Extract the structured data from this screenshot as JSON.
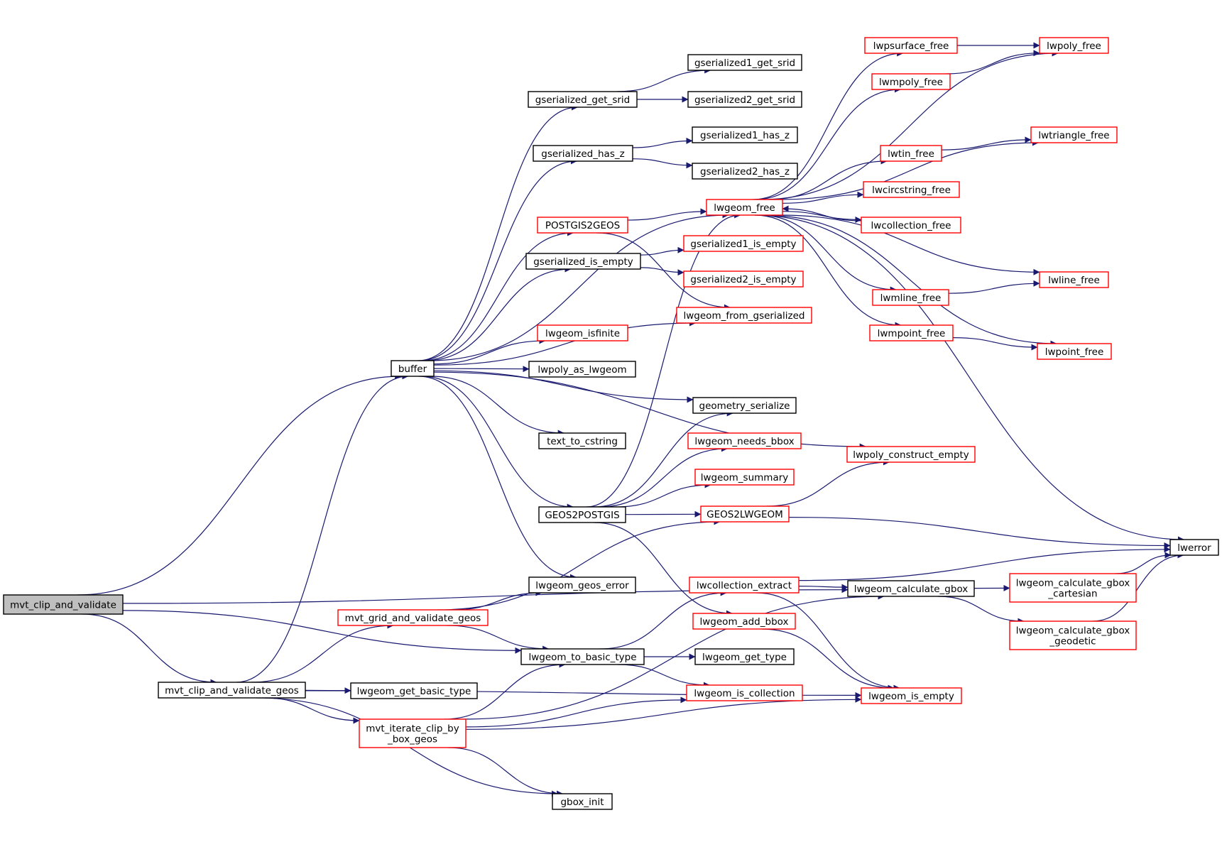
{
  "colors": {
    "edge": "#191970",
    "border_default": "#000000",
    "border_red": "#ff0000",
    "fill_default": "#ffffff",
    "fill_root": "#bfbfbf"
  },
  "nodes": [
    {
      "id": "mvt_clip_and_validate",
      "lines": [
        "mvt_clip_and_validate"
      ],
      "style": "root"
    },
    {
      "id": "buffer",
      "lines": [
        "buffer"
      ],
      "style": "black"
    },
    {
      "id": "mvt_clip_and_validate_geos",
      "lines": [
        "mvt_clip_and_validate_geos"
      ],
      "style": "black"
    },
    {
      "id": "gserialized_get_srid",
      "lines": [
        "gserialized_get_srid"
      ],
      "style": "black"
    },
    {
      "id": "gserialized1_get_srid",
      "lines": [
        "gserialized1_get_srid"
      ],
      "style": "black"
    },
    {
      "id": "gserialized2_get_srid",
      "lines": [
        "gserialized2_get_srid"
      ],
      "style": "black"
    },
    {
      "id": "gserialized_has_z",
      "lines": [
        "gserialized_has_z"
      ],
      "style": "black"
    },
    {
      "id": "gserialized1_has_z",
      "lines": [
        "gserialized1_has_z"
      ],
      "style": "black"
    },
    {
      "id": "gserialized2_has_z",
      "lines": [
        "gserialized2_has_z"
      ],
      "style": "black"
    },
    {
      "id": "POSTGIS2GEOS",
      "lines": [
        "POSTGIS2GEOS"
      ],
      "style": "red"
    },
    {
      "id": "gserialized_is_empty",
      "lines": [
        "gserialized_is_empty"
      ],
      "style": "black"
    },
    {
      "id": "gserialized1_is_empty",
      "lines": [
        "gserialized1_is_empty"
      ],
      "style": "red"
    },
    {
      "id": "gserialized2_is_empty",
      "lines": [
        "gserialized2_is_empty"
      ],
      "style": "red"
    },
    {
      "id": "lwgeom_from_gserialized",
      "lines": [
        "lwgeom_from_gserialized"
      ],
      "style": "red"
    },
    {
      "id": "lwgeom_isfinite",
      "lines": [
        "lwgeom_isfinite"
      ],
      "style": "red"
    },
    {
      "id": "lwpoly_as_lwgeom",
      "lines": [
        "lwpoly_as_lwgeom"
      ],
      "style": "black"
    },
    {
      "id": "text_to_cstring",
      "lines": [
        "text_to_cstring"
      ],
      "style": "black"
    },
    {
      "id": "GEOS2POSTGIS",
      "lines": [
        "GEOS2POSTGIS"
      ],
      "style": "black"
    },
    {
      "id": "lwgeom_geos_error",
      "lines": [
        "lwgeom_geos_error"
      ],
      "style": "black"
    },
    {
      "id": "mvt_grid_and_validate_geos",
      "lines": [
        "mvt_grid_and_validate_geos"
      ],
      "style": "red"
    },
    {
      "id": "lwgeom_to_basic_type",
      "lines": [
        "lwgeom_to_basic_type"
      ],
      "style": "black"
    },
    {
      "id": "lwgeom_get_basic_type",
      "lines": [
        "lwgeom_get_basic_type"
      ],
      "style": "black"
    },
    {
      "id": "mvt_iterate_clip_by_box_geos",
      "lines": [
        "mvt_iterate_clip_by",
        "_box_geos"
      ],
      "style": "red"
    },
    {
      "id": "gbox_init",
      "lines": [
        "gbox_init"
      ],
      "style": "black"
    },
    {
      "id": "lwgeom_free",
      "lines": [
        "lwgeom_free"
      ],
      "style": "red"
    },
    {
      "id": "geometry_serialize",
      "lines": [
        "geometry_serialize"
      ],
      "style": "black"
    },
    {
      "id": "lwgeom_needs_bbox",
      "lines": [
        "lwgeom_needs_bbox"
      ],
      "style": "red"
    },
    {
      "id": "lwgeom_summary",
      "lines": [
        "lwgeom_summary"
      ],
      "style": "red"
    },
    {
      "id": "GEOS2LWGEOM",
      "lines": [
        "GEOS2LWGEOM"
      ],
      "style": "red"
    },
    {
      "id": "lwcollection_extract",
      "lines": [
        "lwcollection_extract"
      ],
      "style": "red"
    },
    {
      "id": "lwgeom_add_bbox",
      "lines": [
        "lwgeom_add_bbox"
      ],
      "style": "red"
    },
    {
      "id": "lwgeom_get_type",
      "lines": [
        "lwgeom_get_type"
      ],
      "style": "black"
    },
    {
      "id": "lwgeom_is_collection",
      "lines": [
        "lwgeom_is_collection"
      ],
      "style": "red"
    },
    {
      "id": "lwpsurface_free",
      "lines": [
        "lwpsurface_free"
      ],
      "style": "red"
    },
    {
      "id": "lwmpoly_free",
      "lines": [
        "lwmpoly_free"
      ],
      "style": "red"
    },
    {
      "id": "lwtin_free",
      "lines": [
        "lwtin_free"
      ],
      "style": "red"
    },
    {
      "id": "lwcircstring_free",
      "lines": [
        "lwcircstring_free"
      ],
      "style": "red"
    },
    {
      "id": "lwcollection_free",
      "lines": [
        "lwcollection_free"
      ],
      "style": "red"
    },
    {
      "id": "lwmline_free",
      "lines": [
        "lwmline_free"
      ],
      "style": "red"
    },
    {
      "id": "lwmpoint_free",
      "lines": [
        "lwmpoint_free"
      ],
      "style": "red"
    },
    {
      "id": "lwpoly_construct_empty",
      "lines": [
        "lwpoly_construct_empty"
      ],
      "style": "red"
    },
    {
      "id": "lwgeom_calculate_gbox",
      "lines": [
        "lwgeom_calculate_gbox"
      ],
      "style": "black"
    },
    {
      "id": "lwgeom_is_empty",
      "lines": [
        "lwgeom_is_empty"
      ],
      "style": "red"
    },
    {
      "id": "lwpoly_free",
      "lines": [
        "lwpoly_free"
      ],
      "style": "red"
    },
    {
      "id": "lwtriangle_free",
      "lines": [
        "lwtriangle_free"
      ],
      "style": "red"
    },
    {
      "id": "lwline_free",
      "lines": [
        "lwline_free"
      ],
      "style": "red"
    },
    {
      "id": "lwpoint_free",
      "lines": [
        "lwpoint_free"
      ],
      "style": "red"
    },
    {
      "id": "lwgeom_calculate_gbox_cartesian",
      "lines": [
        "lwgeom_calculate_gbox",
        "_cartesian"
      ],
      "style": "red"
    },
    {
      "id": "lwgeom_calculate_gbox_geodetic",
      "lines": [
        "lwgeom_calculate_gbox",
        "_geodetic"
      ],
      "style": "red"
    },
    {
      "id": "lwerror",
      "lines": [
        "lwerror"
      ],
      "style": "black"
    }
  ],
  "edges": [
    [
      "mvt_clip_and_validate",
      "buffer"
    ],
    [
      "mvt_clip_and_validate",
      "lwgeom_calculate_gbox"
    ],
    [
      "mvt_clip_and_validate",
      "lwgeom_to_basic_type"
    ],
    [
      "mvt_clip_and_validate",
      "mvt_clip_and_validate_geos"
    ],
    [
      "buffer",
      "gserialized_get_srid"
    ],
    [
      "buffer",
      "gserialized_has_z"
    ],
    [
      "buffer",
      "lwgeom_free"
    ],
    [
      "buffer",
      "POSTGIS2GEOS"
    ],
    [
      "buffer",
      "gserialized_is_empty"
    ],
    [
      "buffer",
      "lwpoly_construct_empty"
    ],
    [
      "buffer",
      "lwgeom_isfinite"
    ],
    [
      "buffer",
      "lwpoly_as_lwgeom"
    ],
    [
      "buffer",
      "lwgeom_from_gserialized"
    ],
    [
      "buffer",
      "geometry_serialize"
    ],
    [
      "buffer",
      "text_to_cstring"
    ],
    [
      "buffer",
      "GEOS2POSTGIS"
    ],
    [
      "buffer",
      "lwgeom_geos_error"
    ],
    [
      "mvt_clip_and_validate_geos",
      "buffer"
    ],
    [
      "mvt_clip_and_validate_geos",
      "mvt_grid_and_validate_geos"
    ],
    [
      "mvt_clip_and_validate_geos",
      "lwgeom_get_basic_type"
    ],
    [
      "mvt_clip_and_validate_geos",
      "mvt_iterate_clip_by_box_geos"
    ],
    [
      "mvt_clip_and_validate_geos",
      "gbox_init"
    ],
    [
      "mvt_clip_and_validate_geos",
      "lwgeom_is_empty"
    ],
    [
      "gserialized_get_srid",
      "gserialized1_get_srid"
    ],
    [
      "gserialized_get_srid",
      "gserialized2_get_srid"
    ],
    [
      "gserialized_has_z",
      "gserialized1_has_z"
    ],
    [
      "gserialized_has_z",
      "gserialized2_has_z"
    ],
    [
      "POSTGIS2GEOS",
      "lwgeom_free"
    ],
    [
      "POSTGIS2GEOS",
      "lwgeom_from_gserialized"
    ],
    [
      "gserialized_is_empty",
      "gserialized1_is_empty"
    ],
    [
      "gserialized_is_empty",
      "gserialized2_is_empty"
    ],
    [
      "GEOS2POSTGIS",
      "lwgeom_free"
    ],
    [
      "GEOS2POSTGIS",
      "geometry_serialize"
    ],
    [
      "GEOS2POSTGIS",
      "lwgeom_needs_bbox"
    ],
    [
      "GEOS2POSTGIS",
      "lwgeom_summary"
    ],
    [
      "GEOS2POSTGIS",
      "GEOS2LWGEOM"
    ],
    [
      "GEOS2POSTGIS",
      "lwgeom_add_bbox"
    ],
    [
      "mvt_grid_and_validate_geos",
      "lwgeom_geos_error"
    ],
    [
      "mvt_grid_and_validate_geos",
      "GEOS2LWGEOM"
    ],
    [
      "mvt_grid_and_validate_geos",
      "lwgeom_to_basic_type"
    ],
    [
      "lwgeom_to_basic_type",
      "lwcollection_extract"
    ],
    [
      "lwgeom_to_basic_type",
      "lwgeom_get_type"
    ],
    [
      "lwgeom_to_basic_type",
      "lwgeom_is_collection"
    ],
    [
      "mvt_iterate_clip_by_box_geos",
      "lwgeom_to_basic_type"
    ],
    [
      "mvt_iterate_clip_by_box_geos",
      "lwgeom_is_collection"
    ],
    [
      "mvt_iterate_clip_by_box_geos",
      "lwgeom_calculate_gbox"
    ],
    [
      "mvt_iterate_clip_by_box_geos",
      "lwgeom_is_empty"
    ],
    [
      "mvt_iterate_clip_by_box_geos",
      "gbox_init"
    ],
    [
      "lwgeom_free",
      "lwpsurface_free"
    ],
    [
      "lwgeom_free",
      "lwpoly_free"
    ],
    [
      "lwgeom_free",
      "lwmpoly_free"
    ],
    [
      "lwgeom_free",
      "lwtriangle_free"
    ],
    [
      "lwgeom_free",
      "lwtin_free"
    ],
    [
      "lwgeom_free",
      "lwcircstring_free"
    ],
    [
      "lwgeom_free",
      "lwcollection_free"
    ],
    [
      "lwgeom_free",
      "lwline_free"
    ],
    [
      "lwgeom_free",
      "lwmline_free"
    ],
    [
      "lwgeom_free",
      "lwmpoint_free"
    ],
    [
      "lwgeom_free",
      "lwpoint_free"
    ],
    [
      "lwgeom_free",
      "lwerror"
    ],
    [
      "lwcollection_free",
      "lwgeom_free"
    ],
    [
      "lwpsurface_free",
      "lwpoly_free"
    ],
    [
      "lwmpoly_free",
      "lwpoly_free"
    ],
    [
      "lwtin_free",
      "lwtriangle_free"
    ],
    [
      "lwmline_free",
      "lwline_free"
    ],
    [
      "lwmpoint_free",
      "lwpoint_free"
    ],
    [
      "GEOS2LWGEOM",
      "lwpoly_construct_empty"
    ],
    [
      "GEOS2LWGEOM",
      "lwerror"
    ],
    [
      "lwcollection_extract",
      "lwgeom_calculate_gbox"
    ],
    [
      "lwcollection_extract",
      "lwerror"
    ],
    [
      "lwcollection_extract",
      "lwgeom_is_empty"
    ],
    [
      "lwgeom_add_bbox",
      "lwgeom_is_empty"
    ],
    [
      "lwgeom_calculate_gbox",
      "lwgeom_calculate_gbox_cartesian"
    ],
    [
      "lwgeom_calculate_gbox",
      "lwgeom_calculate_gbox_geodetic"
    ],
    [
      "lwgeom_calculate_gbox_cartesian",
      "lwerror"
    ],
    [
      "lwgeom_calculate_gbox_geodetic",
      "lwerror"
    ]
  ]
}
